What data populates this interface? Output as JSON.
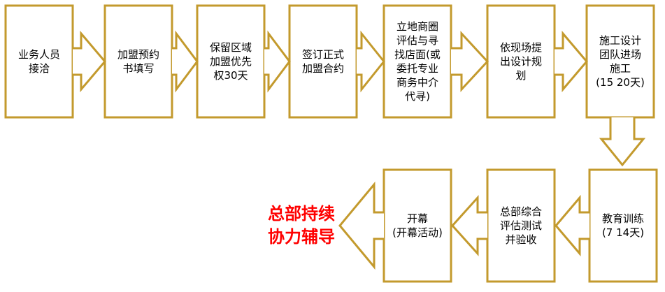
{
  "flow": {
    "row1": [
      "业务人员\n接洽",
      "加盟预约\n书填写",
      "保留区域\n加盟优先\n权30天",
      "签订正式\n加盟合约",
      "立地商圈\n评估与寻\n找店面(或\n委托专业\n商务中介\n代寻)",
      "依现场提\n出设计规\n划",
      "施工设计\n团队进场\n施工\n(15   20天)"
    ],
    "row2": [
      "教育训练\n(7   14天)",
      "总部综合\n评估测试\n并验收",
      "开幕\n(开幕活动)"
    ],
    "support": "总部持续\n协力辅导"
  },
  "colors": {
    "border": "#c39a2d",
    "fill": "#ffffff",
    "support_text": "#ff0000"
  }
}
